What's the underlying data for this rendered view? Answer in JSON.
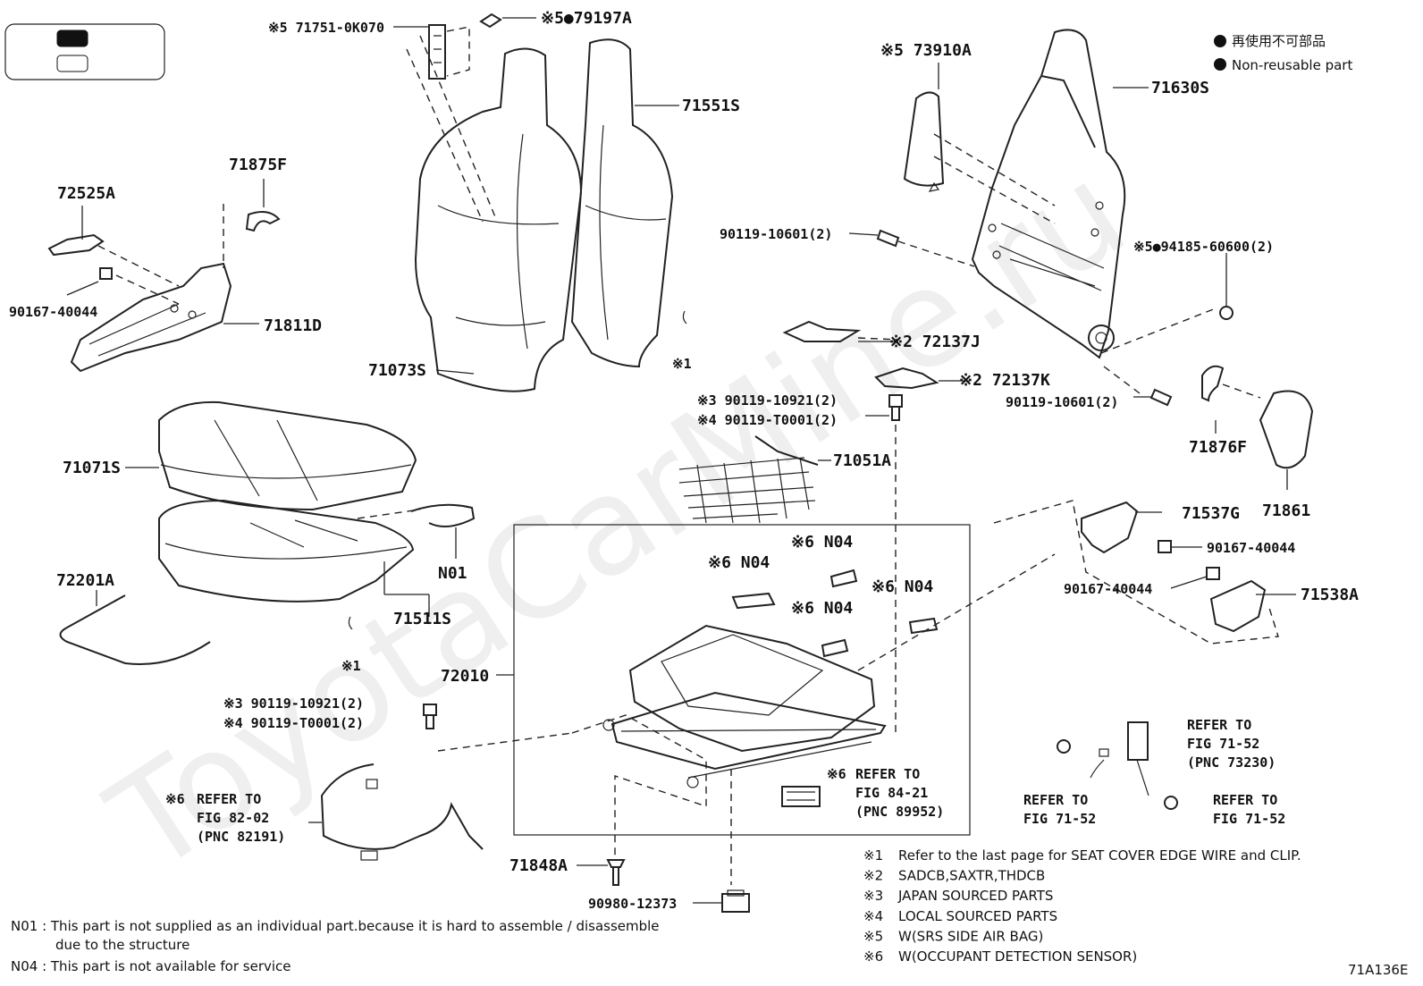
{
  "watermark": "ToyotaCarMine.ru",
  "legend": {
    "dot_label_jp": "再使用不可部品",
    "dot_label_en": "Non-reusable part"
  },
  "labels": {
    "p71751": "※5 71751-0K070",
    "p79197a": "※5●79197A",
    "p71551s": "71551S",
    "p73910a": "※5 73910A",
    "p71630s": "71630S",
    "p71875f": "71875F",
    "p72525a": "72525A",
    "p90167a": "90167-40044",
    "p71811d": "71811D",
    "p71073s": "71073S",
    "p90119a": "90119-10601(2)",
    "p94185": "※5●94185-60600(2)",
    "p72137j": "※2 72137J",
    "p72137k": "※2 72137K",
    "p90119b": "90119-10601(2)",
    "p90119c": "※3 90119-10921(2)",
    "p90119d": "※4 90119-T0001(2)",
    "p71051a": "71051A",
    "p71876f": "71876F",
    "p71861": "71861",
    "p71071s": "71071S",
    "p71537g": "71537G",
    "p90167b": "90167-40044",
    "p90167c": "90167-40044",
    "p71538a": "71538A",
    "pN01": "N01",
    "p71511s": "71511S",
    "p72201a": "72201A",
    "x1a": "※1",
    "x1b": "※1",
    "pN04a": "※6 N04",
    "pN04b": "※6 N04",
    "pN04c": "※6 N04",
    "pN04d": "※6 N04",
    "p72010": "72010",
    "p90119e": "※3 90119-10921(2)",
    "p90119f": "※4 90119-T0001(2)",
    "ref1a": "REFER TO",
    "ref1b": "FIG 71-52",
    "ref1c": "(PNC 73230)",
    "ref2a": "REFER TO",
    "ref2b": "FIG 84-21",
    "ref2c": "(PNC 89952)",
    "ref2x": "※6",
    "ref3a": "REFER TO",
    "ref3b": "FIG 71-52",
    "ref4a": "REFER TO",
    "ref4b": "FIG 71-52",
    "ref5x": "※6",
    "ref5a": "REFER TO",
    "ref5b": "FIG 82-02",
    "ref5c": "(PNC 82191)",
    "p71848a": "71848A",
    "p90980": "90980-12373"
  },
  "footnotes": [
    {
      "mark": "※1",
      "text": "Refer to the last page for SEAT COVER EDGE WIRE and CLIP."
    },
    {
      "mark": "※2",
      "text": "SADCB,SAXTR,THDCB"
    },
    {
      "mark": "※3",
      "text": "JAPAN SOURCED PARTS"
    },
    {
      "mark": "※4",
      "text": "LOCAL SOURCED PARTS"
    },
    {
      "mark": "※5",
      "text": "W(SRS SIDE AIR BAG)"
    },
    {
      "mark": "※6",
      "text": "W(OCCUPANT DETECTION SENSOR)"
    }
  ],
  "notes": {
    "n01_a": "N01 : This part is not supplied as an individual part.because it is hard to assemble / disassemble",
    "n01_b": "due to the structure",
    "n04": "N04 : This part is not available for service"
  },
  "figure_id": "71A136E"
}
